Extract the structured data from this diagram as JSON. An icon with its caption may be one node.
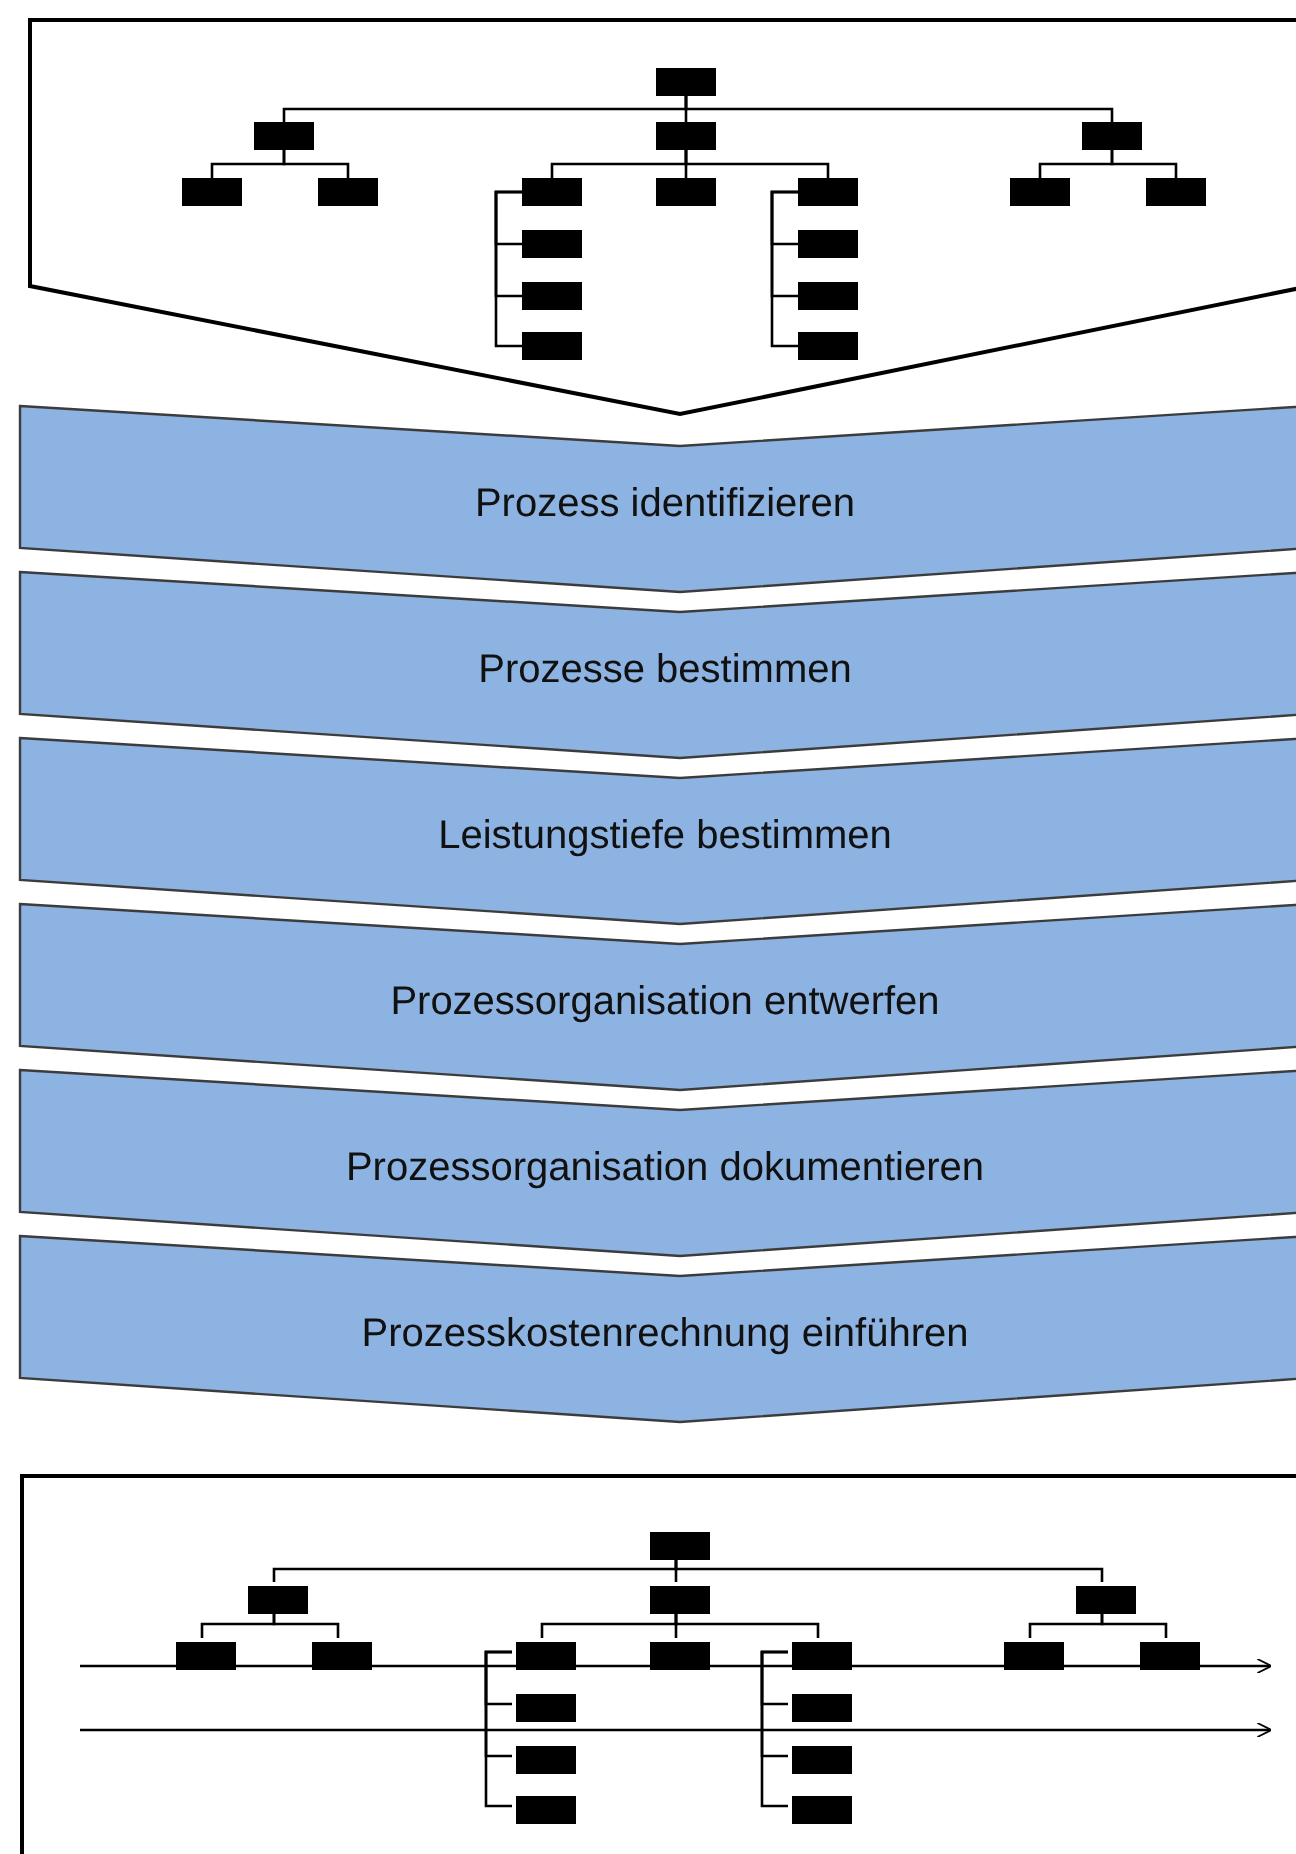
{
  "diagram": {
    "nodes": [
      {
        "text": [],
        "shape": "pentagon"
      },
      {
        "text": [],
        "shape": "box",
        "in": 0
      },
      {
        "text": [],
        "shape": "box",
        "in": 0
      },
      {
        "text": [],
        "shape": "box",
        "in": 0
      },
      {
        "text": [],
        "shape": "box",
        "in": 0
      },
      {
        "text": [],
        "shape": "box",
        "in": 0
      },
      {
        "text": [],
        "shape": "box",
        "in": 0
      },
      {
        "text": [],
        "shape": "box",
        "in": 0
      },
      {
        "text": [],
        "shape": "box",
        "in": 0
      },
      {
        "text": [],
        "shape": "box",
        "in": 0
      },
      {
        "text": [],
        "shape": "box",
        "in": 0
      },
      {
        "text": [],
        "shape": "box",
        "in": 0
      },
      {
        "text": [],
        "shape": "box",
        "in": 0
      },
      {
        "text": [],
        "shape": "box",
        "in": 0
      },
      {
        "text": [],
        "shape": "box",
        "in": 0
      },
      {
        "text": [],
        "shape": "box",
        "in": 0
      },
      {
        "text": [],
        "shape": "box",
        "in": 0
      },
      {
        "text": [],
        "shape": "box",
        "in": 0
      },
      {
        "text": [
          "Prozess identifizieren"
        ]
      },
      {
        "text": [
          "Prozesse bestimmen"
        ]
      },
      {
        "text": [
          "Leistungstiefe bestimmen"
        ]
      },
      {
        "text": [
          "Prozessorganisation entwerfen"
        ]
      },
      {
        "text": [
          "Prozessorganisation dokumentieren"
        ]
      },
      {
        "text": [
          "Prozesskostenrechnung einführen"
        ]
      },
      {
        "text": [],
        "shape": "box"
      },
      {
        "text": [],
        "shape": "box",
        "in": 24
      },
      {
        "text": [],
        "shape": "box",
        "in": 24
      },
      {
        "text": [],
        "shape": "box",
        "in": 24
      },
      {
        "text": [],
        "shape": "box",
        "in": 24
      },
      {
        "text": [],
        "shape": "box",
        "in": 24
      },
      {
        "text": [],
        "shape": "box",
        "in": 24
      },
      {
        "text": [],
        "shape": "box",
        "in": 24
      },
      {
        "text": [],
        "shape": "box",
        "in": 24
      },
      {
        "text": [],
        "shape": "box",
        "in": 24
      },
      {
        "text": [],
        "shape": "box",
        "in": 24
      },
      {
        "text": [],
        "shape": "box",
        "in": 24
      },
      {
        "text": [],
        "shape": "box",
        "in": 24
      },
      {
        "text": [],
        "shape": "box",
        "in": 24
      },
      {
        "text": [],
        "shape": "box",
        "in": 24
      },
      {
        "text": [],
        "shape": "box",
        "in": 24
      },
      {
        "text": [],
        "shape": "box",
        "in": 24
      },
      {
        "text": [],
        "shape": "box",
        "in": 24
      }
    ],
    "edges": [
      {
        "from": 1,
        "to": 2,
        "arrow": "none"
      },
      {
        "from": 1,
        "to": 3,
        "arrow": "none"
      },
      {
        "from": 1,
        "to": 4,
        "arrow": "none"
      },
      {
        "from": 2,
        "to": 5,
        "arrow": "none"
      },
      {
        "from": 2,
        "to": 6,
        "arrow": "none"
      },
      {
        "from": 3,
        "to": 7,
        "arrow": "none"
      },
      {
        "from": 3,
        "to": 8,
        "arrow": "none"
      },
      {
        "from": 3,
        "to": 9,
        "arrow": "none"
      },
      {
        "from": 4,
        "to": 10,
        "arrow": "none"
      },
      {
        "from": 4,
        "to": 11,
        "arrow": "none"
      },
      {
        "from": 7,
        "to": 12,
        "arrow": "none"
      },
      {
        "from": 7,
        "to": 14,
        "arrow": "none"
      },
      {
        "from": 7,
        "to": 16,
        "arrow": "none"
      },
      {
        "from": 9,
        "to": 13,
        "arrow": "none"
      },
      {
        "from": 9,
        "to": 15,
        "arrow": "none"
      },
      {
        "from": 9,
        "to": 17,
        "arrow": "none"
      },
      {
        "from": 25,
        "to": 26,
        "arrow": "none"
      },
      {
        "from": 25,
        "to": 27,
        "arrow": "none"
      },
      {
        "from": 25,
        "to": 28,
        "arrow": "none"
      },
      {
        "from": 26,
        "to": 29,
        "arrow": "none"
      },
      {
        "from": 26,
        "to": 30,
        "arrow": "none"
      },
      {
        "from": 27,
        "to": 31,
        "arrow": "none"
      },
      {
        "from": 27,
        "to": 32,
        "arrow": "none"
      },
      {
        "from": 27,
        "to": 33,
        "arrow": "none"
      },
      {
        "from": 28,
        "to": 34,
        "arrow": "none"
      },
      {
        "from": 28,
        "to": 35,
        "arrow": "none"
      },
      {
        "from": 31,
        "to": 36,
        "arrow": "none"
      },
      {
        "from": 31,
        "to": 38,
        "arrow": "none"
      },
      {
        "from": 31,
        "to": 40,
        "arrow": "none"
      },
      {
        "from": 33,
        "to": 37,
        "arrow": "none"
      },
      {
        "from": 33,
        "to": 39,
        "arrow": "none"
      },
      {
        "from": 33,
        "to": 41,
        "arrow": "none"
      }
    ]
  }
}
